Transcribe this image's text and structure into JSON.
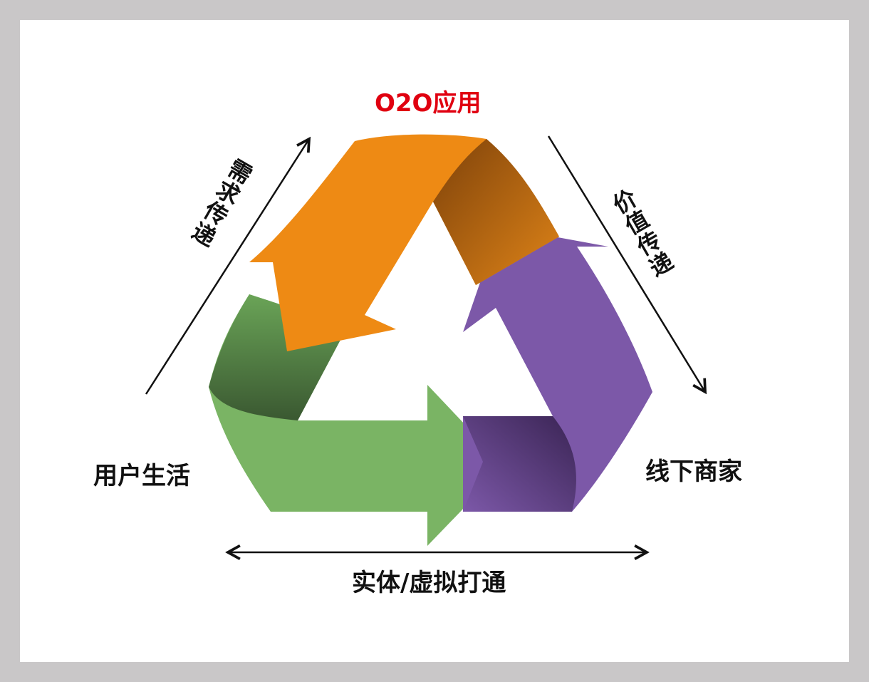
{
  "title": "O2O应用",
  "nodes": {
    "left": "用户生活",
    "right": "线下商家"
  },
  "edges": {
    "left_side": "需求传递",
    "right_side": "价值传递",
    "bottom_side": "实体/虚拟打通"
  },
  "colors": {
    "title": "#e00010",
    "orange": "#ee8a14",
    "orange_dark": "#8a4a0c",
    "purple": "#7c58a8",
    "purple_dark": "#452c63",
    "green": "#7ab464",
    "green_dark": "#3f6136",
    "ink": "#111111",
    "page_border": "#c9c7c8"
  }
}
